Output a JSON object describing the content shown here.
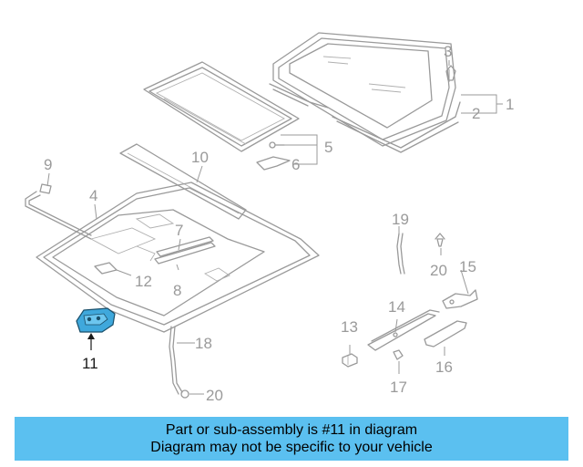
{
  "labels": {
    "l1": "1",
    "l2": "2",
    "l3": "3",
    "l4": "4",
    "l5": "5",
    "l6": "6",
    "l7": "7",
    "l8": "8",
    "l9": "9",
    "l10": "10",
    "l11": "11",
    "l12": "12",
    "l13": "13",
    "l14": "14",
    "l15": "15",
    "l16": "16",
    "l17": "17",
    "l18": "18",
    "l19": "19",
    "l20a": "20",
    "l20b": "20"
  },
  "banner": {
    "line1": "Part or sub-assembly is #11 in diagram",
    "line2": "Diagram may not be specific to your vehicle"
  },
  "colors": {
    "banner_bg": "#5bc0f0",
    "highlight_part": "#3fa8dc",
    "line_art": "#9a9a9a"
  }
}
